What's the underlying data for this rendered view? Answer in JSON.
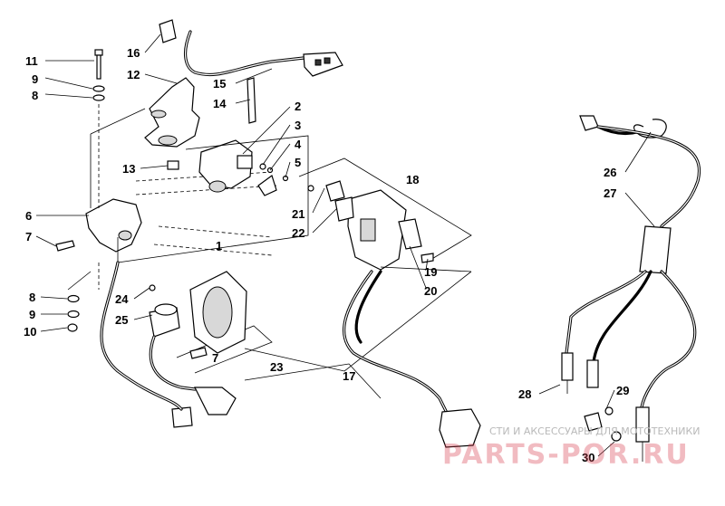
{
  "diagram": {
    "labels": [
      {
        "id": "11",
        "text": "11"
      },
      {
        "id": "9a",
        "text": "9"
      },
      {
        "id": "8a",
        "text": "8"
      },
      {
        "id": "16",
        "text": "16"
      },
      {
        "id": "12",
        "text": "12"
      },
      {
        "id": "15",
        "text": "15"
      },
      {
        "id": "14",
        "text": "14"
      },
      {
        "id": "2",
        "text": "2"
      },
      {
        "id": "3",
        "text": "3"
      },
      {
        "id": "4",
        "text": "4"
      },
      {
        "id": "5",
        "text": "5"
      },
      {
        "id": "13",
        "text": "13"
      },
      {
        "id": "18",
        "text": "18"
      },
      {
        "id": "6",
        "text": "6"
      },
      {
        "id": "7a",
        "text": "7"
      },
      {
        "id": "21",
        "text": "21"
      },
      {
        "id": "22",
        "text": "22"
      },
      {
        "id": "1",
        "text": "1"
      },
      {
        "id": "19",
        "text": "19"
      },
      {
        "id": "20",
        "text": "20"
      },
      {
        "id": "8b",
        "text": "8"
      },
      {
        "id": "9b",
        "text": "9"
      },
      {
        "id": "10",
        "text": "10"
      },
      {
        "id": "24",
        "text": "24"
      },
      {
        "id": "25",
        "text": "25"
      },
      {
        "id": "7b",
        "text": "7"
      },
      {
        "id": "23",
        "text": "23"
      },
      {
        "id": "17",
        "text": "17"
      },
      {
        "id": "26",
        "text": "26"
      },
      {
        "id": "27",
        "text": "27"
      },
      {
        "id": "28",
        "text": "28"
      },
      {
        "id": "29",
        "text": "29"
      },
      {
        "id": "30",
        "text": "30"
      }
    ]
  },
  "watermark": {
    "tagline": "СТИ И АКСЕССУАРЫ ДЛЯ МОТОТЕХНИКИ",
    "brand": "PARTS-POR.RU"
  }
}
